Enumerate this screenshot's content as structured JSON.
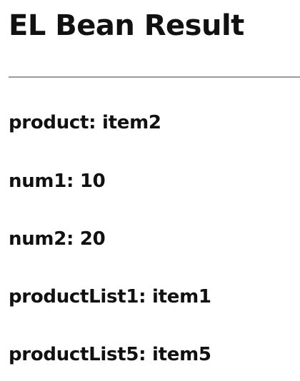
{
  "page": {
    "title": "EL Bean Result"
  },
  "results": [
    {
      "label": "product",
      "value": "item2"
    },
    {
      "label": "num1",
      "value": "10"
    },
    {
      "label": "num2",
      "value": "20"
    },
    {
      "label": "productList1",
      "value": "item1"
    },
    {
      "label": "productList5",
      "value": "item5"
    }
  ]
}
